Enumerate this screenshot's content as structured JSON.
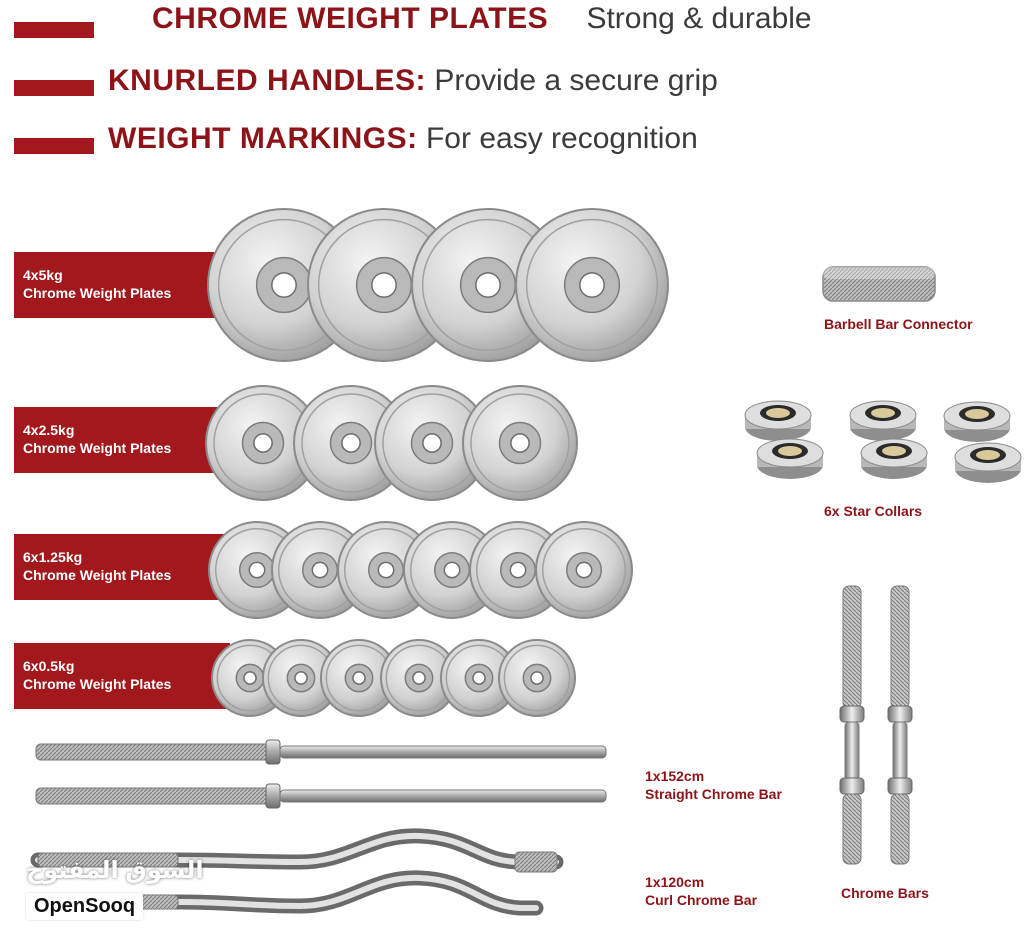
{
  "features": [
    {
      "title": "CHROME WEIGHT PLATES",
      "desc": "Strong & durable"
    },
    {
      "title": "KNURLED HANDLES:",
      "desc": "Provide a secure grip"
    },
    {
      "title": "WEIGHT MARKINGS:",
      "desc": "For easy recognition"
    }
  ],
  "plate_groups": [
    {
      "qty": "4x5kg",
      "name": "Chrome Weight Plates"
    },
    {
      "qty": "4x2.5kg",
      "name": "Chrome Weight Plates"
    },
    {
      "qty": "6x1.25kg",
      "name": "Chrome Weight Plates"
    },
    {
      "qty": "6x0.5kg",
      "name": "Chrome Weight Plates"
    }
  ],
  "accessories": {
    "connector": "Barbell Bar Connector",
    "collars": "6x Star Collars",
    "chrome_bars": "Chrome Bars"
  },
  "bars": {
    "straight": {
      "qty": "1x152cm",
      "name": "Straight Chrome Bar"
    },
    "curl": {
      "qty": "1x120cm",
      "name": "Curl Chrome Bar"
    }
  },
  "watermark": {
    "arabic": "السوق المفتوح",
    "brand": "OpenSooq"
  },
  "colors": {
    "accent": "#a3181c",
    "chrome": "#c8c8c8"
  }
}
